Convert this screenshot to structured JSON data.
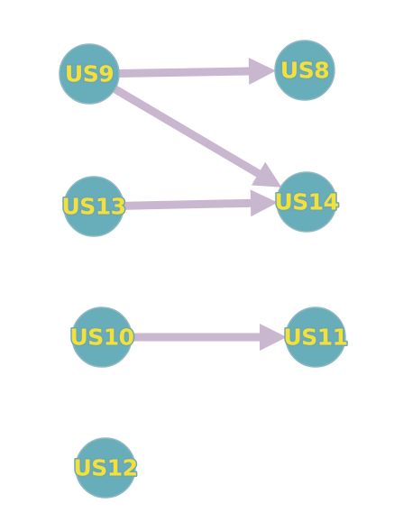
{
  "diagram": {
    "type": "directed-graph",
    "colors": {
      "node_fill": "#67adba",
      "label_fill": "#f2e13a",
      "label_stroke": "#6aa6b4",
      "edge": "#c9b6cf"
    },
    "nodes": [
      {
        "id": "US9",
        "label": "US9"
      },
      {
        "id": "US8",
        "label": "US8"
      },
      {
        "id": "US13",
        "label": "US13"
      },
      {
        "id": "US14",
        "label": "US14"
      },
      {
        "id": "US10",
        "label": "US10"
      },
      {
        "id": "US11",
        "label": "US11"
      },
      {
        "id": "US12",
        "label": "US12"
      }
    ],
    "edges": [
      {
        "from": "US9",
        "to": "US8"
      },
      {
        "from": "US9",
        "to": "US14"
      },
      {
        "from": "US13",
        "to": "US14"
      },
      {
        "from": "US10",
        "to": "US11"
      }
    ]
  }
}
